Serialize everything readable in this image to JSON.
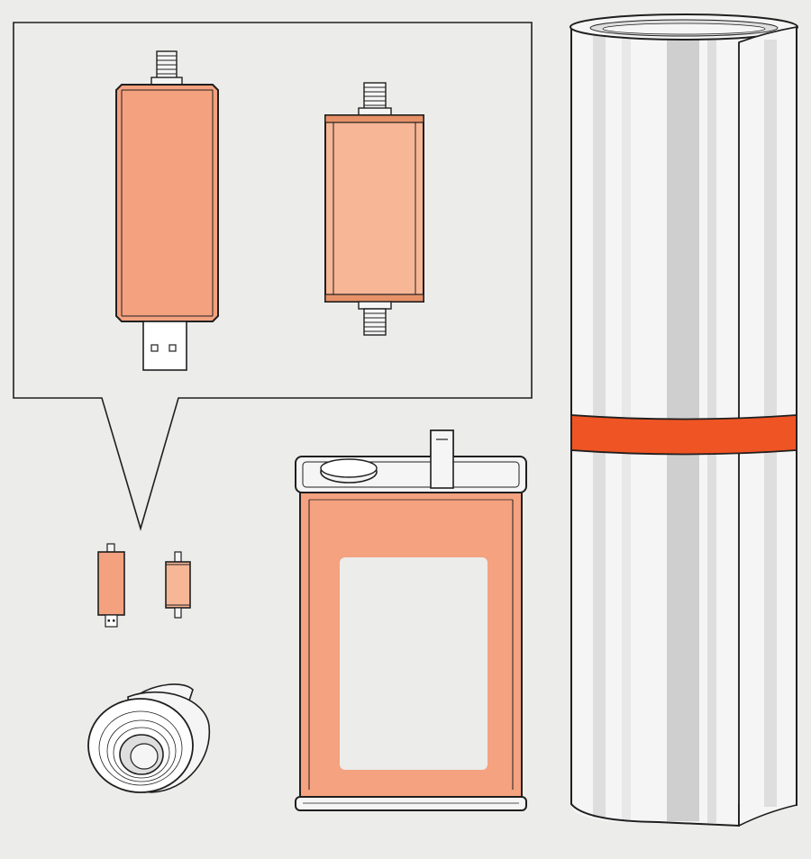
{
  "illustration": {
    "objects": [
      "callout-bubble",
      "usb-dongle-large",
      "threaded-cylinder-large",
      "usb-dongle-small",
      "threaded-cylinder-small",
      "tape-roll",
      "oil-can",
      "rolled-sheet"
    ]
  },
  "colors": {
    "background": "#ececea",
    "outline": "#1f1f1f",
    "copper": "#f4a27f",
    "copper_light": "#f7b696",
    "copper_dark": "#e79168",
    "copper_large_dongle": "#f3a17f",
    "label_cream": "#ececea",
    "steel_light": "#f5f5f5",
    "steel_mid": "#dedede",
    "steel_dark": "#cfcfcf",
    "band_orange": "#ef5424",
    "white": "#ffffff"
  },
  "icons": [
    "usb-connector-icon",
    "threaded-stud-icon",
    "tape-roll-icon",
    "oil-can-icon",
    "metal-sheet-roll-icon"
  ]
}
